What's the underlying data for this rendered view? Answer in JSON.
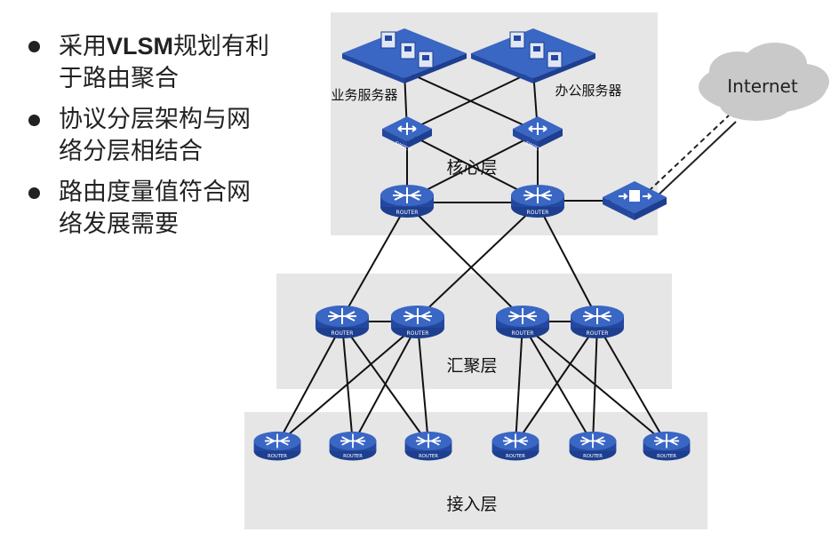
{
  "bullets": [
    {
      "pre": "采用",
      "bold": "VLSM",
      "post": "规划有利于路由聚合"
    },
    {
      "pre": "协议分层架构与网络分层相结合",
      "bold": "",
      "post": ""
    },
    {
      "pre": "路由度量值符合网络发展需要",
      "bold": "",
      "post": ""
    }
  ],
  "layers": {
    "core": "核心层",
    "aggregation": "汇聚层",
    "access": "接入层"
  },
  "servers": {
    "business": "业务服务器",
    "office": "办公服务器"
  },
  "internet": "Internet",
  "device_labels": {
    "router": "ROUTER",
    "switch": "SWITCH"
  },
  "colors": {
    "layer_bg": "#e6e6e6",
    "device_blue": "#2f56b0",
    "cloud": "#c9c9c9"
  }
}
